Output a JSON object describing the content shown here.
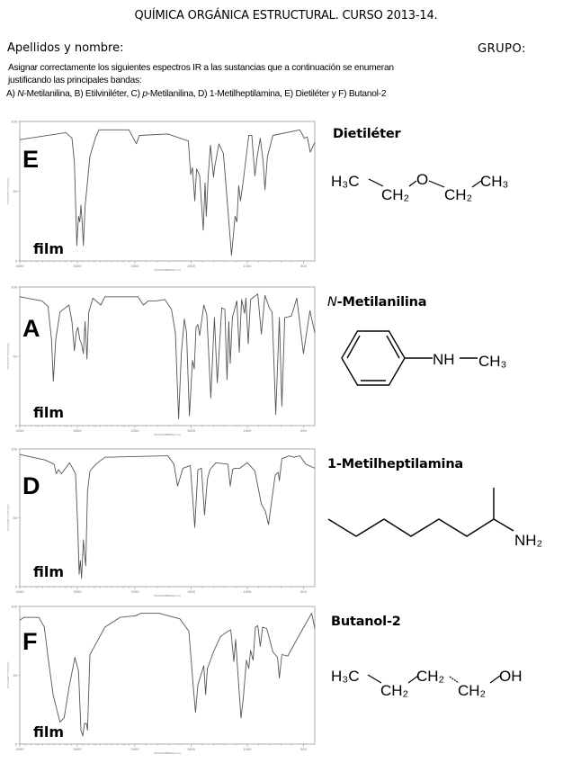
{
  "header": {
    "title": "QUÍMICA ORGÁNICA ESTRUCTURAL. CURSO 2013-14.",
    "name_label": "Apellidos y nombre:",
    "group_label": "GRUPO:"
  },
  "instructions": {
    "line1": "Asignar correctamente los siguientes espectros IR a las sustancias que a continuación se enumeran",
    "line2": "justificando las principales bandas:",
    "line3_a": " A) ",
    "line3_a_italic": "N",
    "line3_rest1": "-Metilanilina, B) Etilviniléter, C) ",
    "line3_p_italic": "p",
    "line3_rest2": "-Metilanilina, D) 1-Metilheptilamina, E) Dietiléter y  F) Butanol-2"
  },
  "axis": {
    "x_ticks": [
      "4000",
      "3000",
      "2000",
      "1500",
      "1000",
      "500"
    ],
    "x_tick_values": [
      4000,
      3000,
      2000,
      1500,
      1000,
      500
    ],
    "y_ticks": [
      "0",
      "50",
      "100"
    ],
    "y_tick_values": [
      0,
      50,
      100
    ],
    "xlabel": "WAVENUMBER[cm-1]",
    "ylabel": "TRANSMITTANCE[%]",
    "xlim": [
      4000,
      400
    ],
    "ylim": [
      0,
      100
    ],
    "line_color": "#555555"
  },
  "compounds": {
    "e": {
      "name": "Dietiléter",
      "groups": [
        "H₃C",
        "CH₂",
        "O",
        "CH₂",
        "CH₃"
      ]
    },
    "a": {
      "name_italic": "N",
      "name_rest": "-Metilanilina",
      "groups": [
        "NH",
        "CH₃"
      ]
    },
    "d": {
      "name": "1-Metilheptilamina",
      "groups": [
        "NH₂"
      ]
    },
    "f": {
      "name": "Butanol-2",
      "groups": [
        "H₃C",
        "CH₂",
        "CH₂",
        "CH₂",
        "OH"
      ]
    }
  },
  "chart_data": [
    {
      "type": "line",
      "label": "E",
      "sample": "film",
      "xlim": [
        4000,
        400
      ],
      "ylim": [
        0,
        100
      ],
      "points": [
        [
          4000,
          87
        ],
        [
          3198,
          92
        ],
        [
          3094,
          88
        ],
        [
          3052,
          71
        ],
        [
          3010,
          11
        ],
        [
          2979,
          32
        ],
        [
          2958,
          28
        ],
        [
          2938,
          40
        ],
        [
          2917,
          28
        ],
        [
          2896,
          11
        ],
        [
          2865,
          39
        ],
        [
          2781,
          75
        ],
        [
          2688,
          88
        ],
        [
          2625,
          94
        ],
        [
          2104,
          94
        ],
        [
          1987,
          84
        ],
        [
          1960,
          90
        ],
        [
          1707,
          91
        ],
        [
          1525,
          86
        ],
        [
          1504,
          62
        ],
        [
          1488,
          67
        ],
        [
          1467,
          43
        ],
        [
          1451,
          66
        ],
        [
          1424,
          61
        ],
        [
          1392,
          22
        ],
        [
          1376,
          56
        ],
        [
          1365,
          32
        ],
        [
          1349,
          60
        ],
        [
          1328,
          83
        ],
        [
          1301,
          60
        ],
        [
          1291,
          67
        ],
        [
          1253,
          84
        ],
        [
          1213,
          77
        ],
        [
          1173,
          37
        ],
        [
          1141,
          4
        ],
        [
          1109,
          32
        ],
        [
          1093,
          28
        ],
        [
          1077,
          54
        ],
        [
          1061,
          43
        ],
        [
          1035,
          58
        ],
        [
          987,
          90
        ],
        [
          960,
          90
        ],
        [
          933,
          61
        ],
        [
          912,
          75
        ],
        [
          885,
          88
        ],
        [
          859,
          71
        ],
        [
          843,
          51
        ],
        [
          821,
          75
        ],
        [
          773,
          90
        ],
        [
          533,
          94
        ],
        [
          493,
          88
        ],
        [
          467,
          89
        ],
        [
          440,
          78
        ],
        [
          400,
          85
        ]
      ]
    },
    {
      "type": "line",
      "label": "A",
      "sample": "film",
      "xlim": [
        4000,
        400
      ],
      "ylim": [
        0,
        100
      ],
      "points": [
        [
          4000,
          93
        ],
        [
          3615,
          90
        ],
        [
          3510,
          86
        ],
        [
          3448,
          62
        ],
        [
          3417,
          32
        ],
        [
          3375,
          62
        ],
        [
          3302,
          82
        ],
        [
          3146,
          87
        ],
        [
          3094,
          75
        ],
        [
          3052,
          54
        ],
        [
          3021,
          67
        ],
        [
          2990,
          71
        ],
        [
          2958,
          62
        ],
        [
          2927,
          59
        ],
        [
          2896,
          52
        ],
        [
          2865,
          75
        ],
        [
          2833,
          48
        ],
        [
          2802,
          82
        ],
        [
          2729,
          92
        ],
        [
          2594,
          87
        ],
        [
          2521,
          93
        ],
        [
          1973,
          93
        ],
        [
          1925,
          87
        ],
        [
          1880,
          90
        ],
        [
          1813,
          90
        ],
        [
          1733,
          91
        ],
        [
          1675,
          84
        ],
        [
          1640,
          67
        ],
        [
          1611,
          5
        ],
        [
          1587,
          52
        ],
        [
          1560,
          77
        ],
        [
          1541,
          67
        ],
        [
          1515,
          7
        ],
        [
          1488,
          47
        ],
        [
          1472,
          41
        ],
        [
          1456,
          71
        ],
        [
          1440,
          73
        ],
        [
          1424,
          65
        ],
        [
          1387,
          87
        ],
        [
          1360,
          80
        ],
        [
          1325,
          20
        ],
        [
          1293,
          78
        ],
        [
          1267,
          31
        ],
        [
          1227,
          85
        ],
        [
          1200,
          84
        ],
        [
          1181,
          33
        ],
        [
          1165,
          75
        ],
        [
          1152,
          45
        ],
        [
          1133,
          78
        ],
        [
          1093,
          90
        ],
        [
          1072,
          53
        ],
        [
          1051,
          91
        ],
        [
          1024,
          81
        ],
        [
          1013,
          92
        ],
        [
          992,
          59
        ],
        [
          971,
          91
        ],
        [
          907,
          95
        ],
        [
          875,
          66
        ],
        [
          843,
          94
        ],
        [
          805,
          85
        ],
        [
          779,
          82
        ],
        [
          747,
          8
        ],
        [
          715,
          78
        ],
        [
          693,
          14
        ],
        [
          667,
          78
        ],
        [
          608,
          79
        ],
        [
          560,
          92
        ],
        [
          501,
          52
        ],
        [
          443,
          83
        ],
        [
          400,
          67
        ]
      ]
    },
    {
      "type": "line",
      "label": "D",
      "sample": "film",
      "xlim": [
        4000,
        400
      ],
      "ylim": [
        0,
        100
      ],
      "points": [
        [
          4000,
          96
        ],
        [
          3563,
          92
        ],
        [
          3406,
          89
        ],
        [
          3365,
          82
        ],
        [
          3328,
          85
        ],
        [
          3276,
          82
        ],
        [
          3135,
          90
        ],
        [
          3031,
          82
        ],
        [
          2990,
          41
        ],
        [
          2969,
          9
        ],
        [
          2948,
          19
        ],
        [
          2927,
          6
        ],
        [
          2896,
          34
        ],
        [
          2875,
          23
        ],
        [
          2854,
          15
        ],
        [
          2823,
          69
        ],
        [
          2781,
          84
        ],
        [
          2677,
          89
        ],
        [
          2521,
          94
        ],
        [
          1707,
          95
        ],
        [
          1653,
          89
        ],
        [
          1621,
          73
        ],
        [
          1573,
          86
        ],
        [
          1507,
          88
        ],
        [
          1467,
          43
        ],
        [
          1440,
          85
        ],
        [
          1408,
          86
        ],
        [
          1381,
          52
        ],
        [
          1355,
          78
        ],
        [
          1333,
          85
        ],
        [
          1280,
          90
        ],
        [
          1173,
          89
        ],
        [
          1152,
          73
        ],
        [
          1131,
          85
        ],
        [
          1115,
          86
        ],
        [
          1067,
          86
        ],
        [
          1000,
          90
        ],
        [
          933,
          84
        ],
        [
          875,
          60
        ],
        [
          840,
          55
        ],
        [
          811,
          45
        ],
        [
          787,
          60
        ],
        [
          752,
          81
        ],
        [
          725,
          83
        ],
        [
          715,
          77
        ],
        [
          693,
          93
        ],
        [
          627,
          95
        ],
        [
          587,
          94
        ],
        [
          533,
          95
        ],
        [
          480,
          89
        ],
        [
          400,
          86
        ]
      ]
    },
    {
      "type": "line",
      "label": "F",
      "sample": "film",
      "xlim": [
        4000,
        400
      ],
      "ylim": [
        0,
        100
      ],
      "points": [
        [
          4000,
          90
        ],
        [
          3927,
          92
        ],
        [
          3667,
          92
        ],
        [
          3573,
          85
        ],
        [
          3510,
          63
        ],
        [
          3417,
          35
        ],
        [
          3302,
          16
        ],
        [
          3229,
          19
        ],
        [
          3146,
          41
        ],
        [
          3042,
          63
        ],
        [
          2979,
          53
        ],
        [
          2938,
          10
        ],
        [
          2906,
          6
        ],
        [
          2875,
          15
        ],
        [
          2844,
          15
        ],
        [
          2823,
          10
        ],
        [
          2781,
          65
        ],
        [
          2677,
          73
        ],
        [
          2521,
          85
        ],
        [
          2260,
          92
        ],
        [
          2052,
          93
        ],
        [
          2000,
          93
        ],
        [
          1947,
          95
        ],
        [
          1787,
          95
        ],
        [
          1600,
          91
        ],
        [
          1520,
          82
        ],
        [
          1480,
          41
        ],
        [
          1461,
          23
        ],
        [
          1440,
          43
        ],
        [
          1387,
          57
        ],
        [
          1371,
          36
        ],
        [
          1355,
          55
        ],
        [
          1301,
          67
        ],
        [
          1240,
          78
        ],
        [
          1173,
          82
        ],
        [
          1147,
          83
        ],
        [
          1120,
          60
        ],
        [
          1104,
          76
        ],
        [
          1077,
          43
        ],
        [
          1056,
          19
        ],
        [
          1035,
          34
        ],
        [
          1008,
          61
        ],
        [
          987,
          55
        ],
        [
          971,
          68
        ],
        [
          949,
          61
        ],
        [
          928,
          85
        ],
        [
          907,
          86
        ],
        [
          885,
          71
        ],
        [
          864,
          85
        ],
        [
          827,
          84
        ],
        [
          773,
          67
        ],
        [
          731,
          63
        ],
        [
          715,
          48
        ],
        [
          693,
          65
        ],
        [
          640,
          64
        ],
        [
          533,
          80
        ],
        [
          427,
          95
        ],
        [
          400,
          84
        ]
      ]
    }
  ]
}
